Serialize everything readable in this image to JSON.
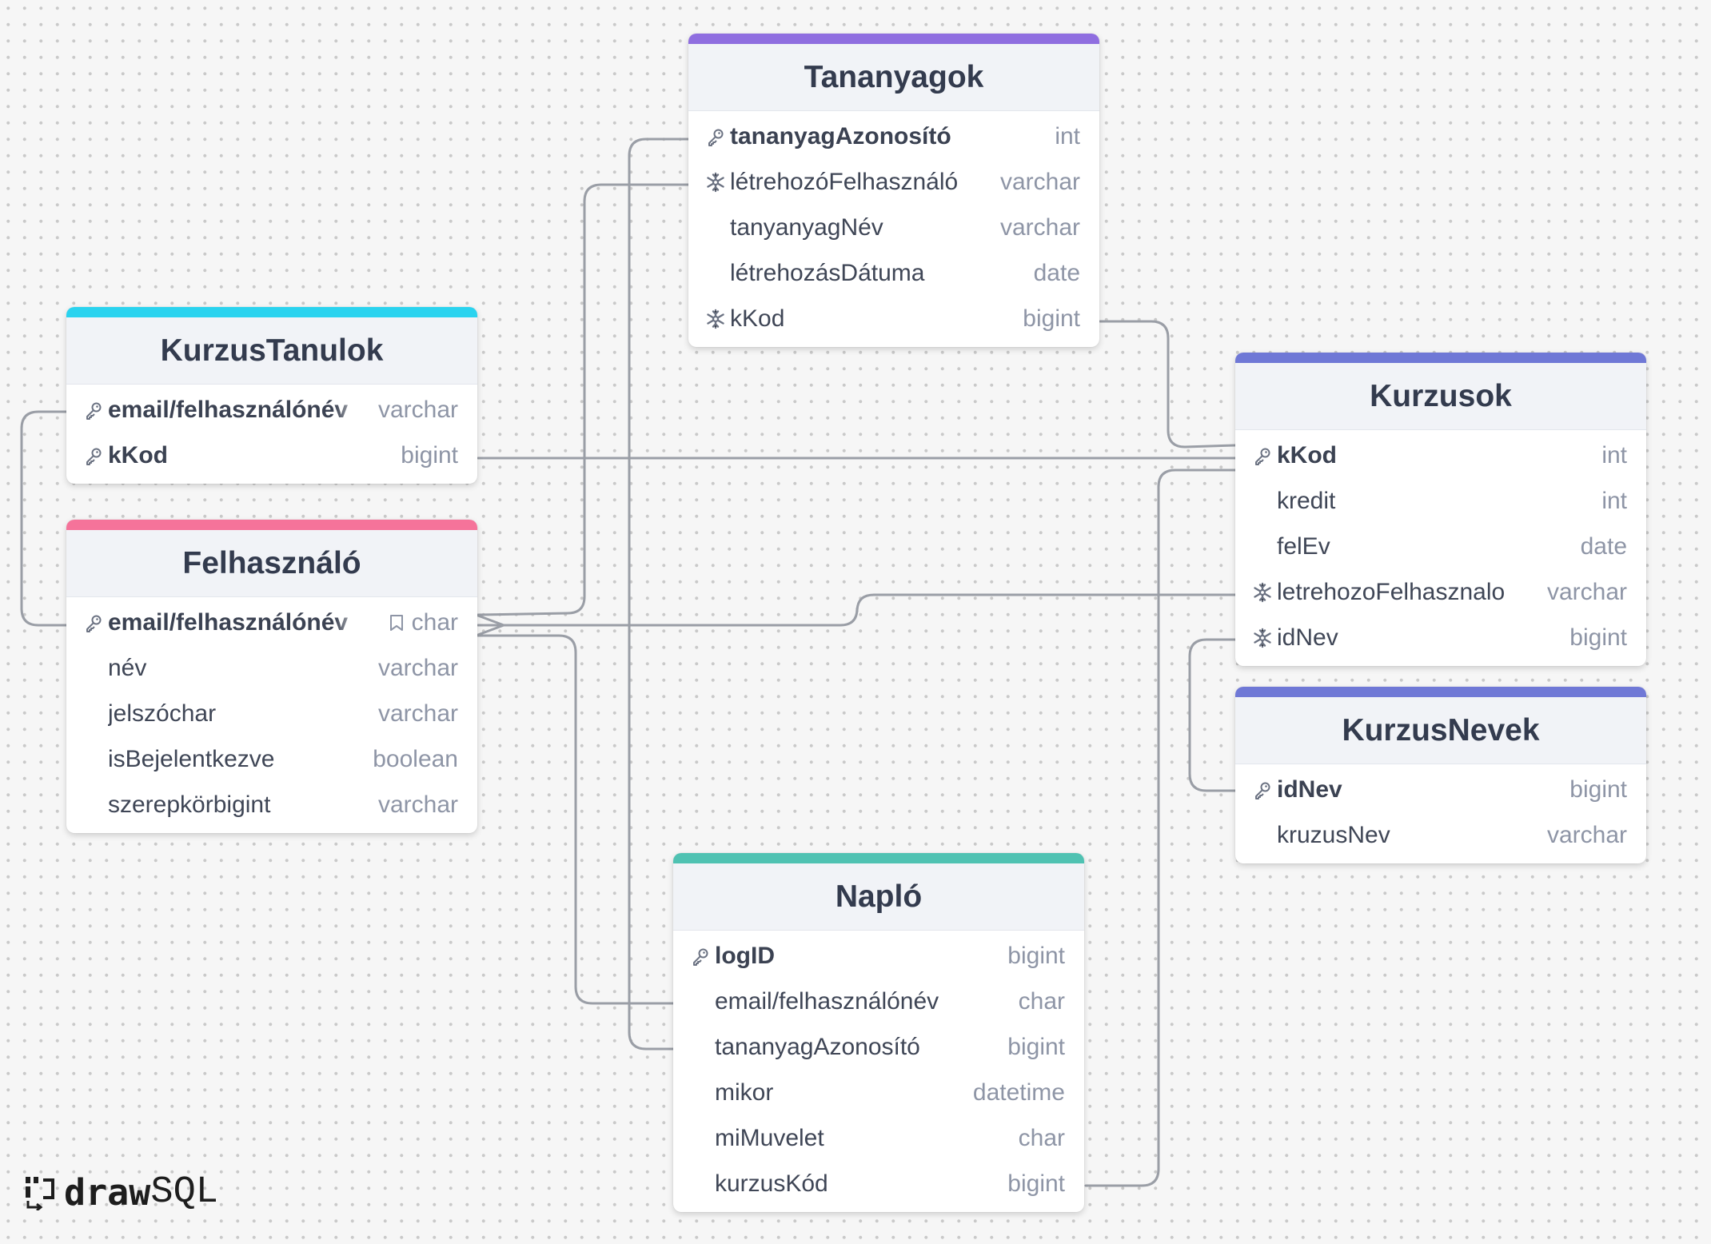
{
  "tables": [
    {
      "key": "tananyagok",
      "title": "Tananyagok",
      "color": "#8f6ee0",
      "columns": [
        {
          "name": "tananyagAzonosító",
          "type": "int",
          "icon": "key-icon",
          "pk": true
        },
        {
          "name": "létrehozóFelhasználó",
          "type": "varchar",
          "icon": "foreign-key-icon",
          "pk": false
        },
        {
          "name": "tanyanyagNév",
          "type": "varchar",
          "icon": "",
          "pk": false
        },
        {
          "name": "létrehozásDátuma",
          "type": "date",
          "icon": "",
          "pk": false
        },
        {
          "name": "kKod",
          "type": "bigint",
          "icon": "foreign-key-icon",
          "pk": false
        }
      ]
    },
    {
      "key": "kurzustanulok",
      "title": "KurzusTanulok",
      "color": "#2ad3ef",
      "columns": [
        {
          "name": "email/felhasználónév",
          "type": "varchar",
          "icon": "key-icon",
          "pk": true
        },
        {
          "name": "kKod",
          "type": "bigint",
          "icon": "key-icon",
          "pk": true
        }
      ]
    },
    {
      "key": "felhasznalo",
      "title": "Felhasználó",
      "color": "#f5739a",
      "columns": [
        {
          "name": "email/felhasználónév",
          "type": "char",
          "icon": "key-icon",
          "pk": true,
          "type_icon": "bookmark-icon"
        },
        {
          "name": "név",
          "type": "varchar",
          "icon": "",
          "pk": false
        },
        {
          "name": "jelszóchar",
          "type": "varchar",
          "icon": "",
          "pk": false
        },
        {
          "name": "isBejelentkezve",
          "type": "boolean",
          "icon": "",
          "pk": false
        },
        {
          "name": "szerepkörbigint",
          "type": "varchar",
          "icon": "",
          "pk": false
        }
      ]
    },
    {
      "key": "kurzusok",
      "title": "Kurzusok",
      "color": "#6f78d6",
      "columns": [
        {
          "name": "kKod",
          "type": "int",
          "icon": "key-icon",
          "pk": true
        },
        {
          "name": "kredit",
          "type": "int",
          "icon": "",
          "pk": false
        },
        {
          "name": "felEv",
          "type": "date",
          "icon": "",
          "pk": false
        },
        {
          "name": "letrehozoFelhasznalo",
          "type": "varchar",
          "icon": "foreign-key-icon",
          "pk": false
        },
        {
          "name": "idNev",
          "type": "bigint",
          "icon": "foreign-key-icon",
          "pk": false
        }
      ]
    },
    {
      "key": "kurzusnevek",
      "title": "KurzusNevek",
      "color": "#6f78d6",
      "columns": [
        {
          "name": "idNev",
          "type": "bigint",
          "icon": "key-icon",
          "pk": true
        },
        {
          "name": "kruzusNev",
          "type": "varchar",
          "icon": "",
          "pk": false
        }
      ]
    },
    {
      "key": "naplo",
      "title": "Napló",
      "color": "#4fc2b2",
      "columns": [
        {
          "name": "logID",
          "type": "bigint",
          "icon": "key-icon",
          "pk": true
        },
        {
          "name": "email/felhasználónév",
          "type": "char",
          "icon": "",
          "pk": false
        },
        {
          "name": "tananyagAzonosító",
          "type": "bigint",
          "icon": "",
          "pk": false
        },
        {
          "name": "mikor",
          "type": "datetime",
          "icon": "",
          "pk": false
        },
        {
          "name": "miMuvelet",
          "type": "char",
          "icon": "",
          "pk": false
        },
        {
          "name": "kurzusKód",
          "type": "bigint",
          "icon": "",
          "pk": false
        }
      ]
    }
  ],
  "logo": {
    "draw": "draw",
    "sql": "SQL"
  }
}
